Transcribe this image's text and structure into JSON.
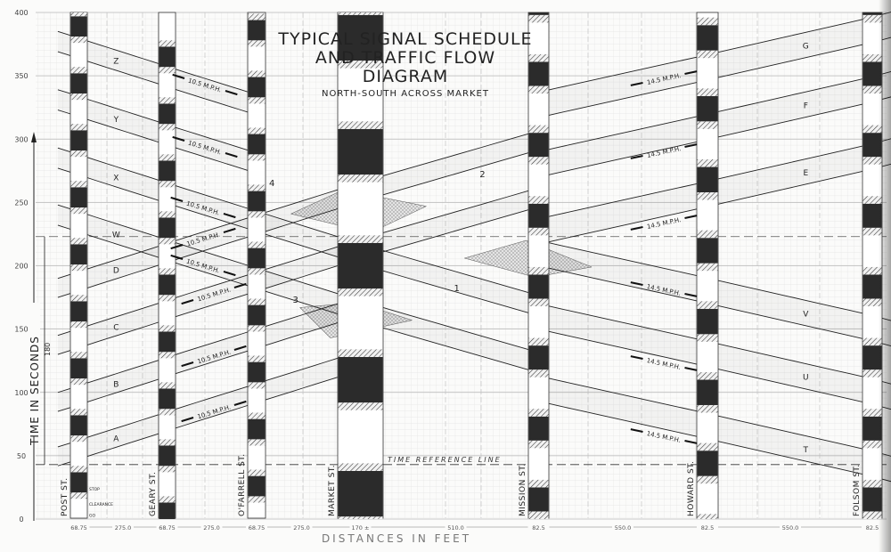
{
  "title": {
    "line1": "TYPICAL SIGNAL SCHEDULE",
    "line2": "AND TRAFFIC FLOW DIAGRAM",
    "subtitle": "NORTH-SOUTH ACROSS MARKET"
  },
  "axis": {
    "y_label": "TIME IN SECONDS",
    "y_ticks": [
      0,
      50,
      100,
      150,
      200,
      250,
      300,
      350,
      400
    ],
    "cycle_marker": "180",
    "x_label": "DISTANCES IN FEET",
    "time_reference_line": "TIME REFERENCE LINE",
    "time_reference_s": 43,
    "secondary_reference_s": 223
  },
  "legend": {
    "stop": "STOP",
    "clearance": "CLEARANCE",
    "go": "GO"
  },
  "streets": [
    {
      "name": "POST ST.",
      "start_ft": 0,
      "width_ft": 68.75,
      "cycle_s": 45,
      "stop_start_s": 21,
      "stop_s": 16,
      "clearance_s": 5
    },
    {
      "name": "GEARY ST.",
      "start_ft": 343.75,
      "width_ft": 68.75,
      "cycle_s": 45,
      "stop_start_s": 42,
      "stop_s": 16,
      "clearance_s": 5
    },
    {
      "name": "O'FARRELL ST.",
      "start_ft": 687.5,
      "width_ft": 68.75,
      "cycle_s": 45,
      "stop_start_s": 18,
      "stop_s": 16,
      "clearance_s": 5
    },
    {
      "name": "MARKET ST.",
      "start_ft": 1031.25,
      "width_ft": 170,
      "cycle_s": 90,
      "stop_start_s": 2,
      "stop_s": 36,
      "clearance_s": 6
    },
    {
      "name": "MISSION ST.",
      "start_ft": 1711.25,
      "width_ft": 82.5,
      "cycle_s": 56,
      "stop_start_s": 6,
      "stop_s": 19,
      "clearance_s": 6
    },
    {
      "name": "HOWARD ST.",
      "start_ft": 2343.75,
      "width_ft": 82.5,
      "cycle_s": 56,
      "stop_start_s": 34,
      "stop_s": 20,
      "clearance_s": 6
    },
    {
      "name": "FOLSOM ST.",
      "start_ft": 2976.25,
      "width_ft": 82.5,
      "cycle_s": 56,
      "stop_start_s": 6,
      "stop_s": 19,
      "clearance_s": 6
    }
  ],
  "dimensions": [
    "68.75",
    "275.0",
    "68.75",
    "275.0",
    "68.75",
    "275.0",
    "170 ±",
    "510.0",
    "82.5",
    "550.0",
    "82.5",
    "550.0",
    "82.5"
  ],
  "bands": [
    {
      "label": "A",
      "dir": "up",
      "speed_mph": 10.5,
      "start_ft": -47,
      "start_t": 42,
      "width_s": 15,
      "end_ft": 1031
    },
    {
      "label": "B",
      "dir": "up",
      "speed_mph": 10.5,
      "start_ft": -47,
      "start_t": 85,
      "width_s": 15,
      "end_ft": 1031
    },
    {
      "label": "C",
      "dir": "up",
      "speed_mph": 10.5,
      "start_ft": -47,
      "start_t": 130,
      "width_s": 15,
      "end_ft": 1711
    },
    {
      "label": "D",
      "dir": "up",
      "speed_mph": 10.5,
      "start_ft": -47,
      "start_t": 175,
      "width_s": 15,
      "end_ft": 1711
    },
    {
      "label": "W",
      "dir": "down",
      "speed_mph": 10.5,
      "start_ft": -47,
      "start_t": 232,
      "width_s": 16,
      "end_ft": 1711
    },
    {
      "label": "X",
      "dir": "down",
      "speed_mph": 10.5,
      "start_ft": -47,
      "start_t": 277,
      "width_s": 16,
      "end_ft": 1711
    },
    {
      "label": "Y",
      "dir": "down",
      "speed_mph": 10.5,
      "start_ft": -47,
      "start_t": 323,
      "width_s": 16,
      "end_ft": 756
    },
    {
      "label": "Z",
      "dir": "down",
      "speed_mph": 10.5,
      "start_ft": -47,
      "start_t": 369,
      "width_s": 16,
      "end_ft": 756
    },
    {
      "label": "E",
      "dir": "up",
      "speed_mph": 14.5,
      "start_ft": 1711,
      "start_t": 215,
      "width_s": 20,
      "end_ft": 3100
    },
    {
      "label": "F",
      "dir": "up",
      "speed_mph": 14.5,
      "start_ft": 1711,
      "start_t": 268,
      "width_s": 20,
      "end_ft": 3100
    },
    {
      "label": "G",
      "dir": "up",
      "speed_mph": 14.5,
      "start_ft": 1711,
      "start_t": 315,
      "width_s": 20,
      "end_ft": 3100
    },
    {
      "label": "T",
      "dir": "down",
      "speed_mph": 14.5,
      "start_ft": 1711,
      "start_t": 95,
      "width_s": 20,
      "end_ft": 3100
    },
    {
      "label": "U",
      "dir": "down",
      "speed_mph": 14.5,
      "start_ft": 1711,
      "start_t": 152,
      "width_s": 20,
      "end_ft": 3100
    },
    {
      "label": "V",
      "dir": "down",
      "speed_mph": 14.5,
      "start_ft": 1711,
      "start_t": 202,
      "width_s": 20,
      "end_ft": 3100
    }
  ],
  "speed_labels": {
    "left": "10.5 M.P.H.",
    "right": "14.5 M.P.H."
  },
  "regions": [
    {
      "label": "1",
      "polygon_ft_s": [
        [
          1487,
          206
        ],
        [
          1703,
          220
        ],
        [
          1953,
          199
        ],
        [
          1737,
          191
        ]
      ],
      "label_at": [
        1450,
        180
      ]
    },
    {
      "label": "2",
      "polygon_ft_s": [
        [
          1487,
          206
        ],
        [
          1703,
          220
        ],
        [
          1953,
          199
        ],
        [
          1737,
          191
        ]
      ],
      "label_at": [
        1540,
        270
      ]
    },
    {
      "label": "3",
      "polygon_ft_s": [
        [
          887,
          167
        ],
        [
          1103,
          171
        ],
        [
          1303,
          157
        ],
        [
          1003,
          143
        ]
      ],
      "label_at": [
        860,
        171
      ]
    },
    {
      "label": "4",
      "polygon_ft_s": [
        [
          853,
          241
        ],
        [
          1053,
          260
        ],
        [
          1353,
          247
        ],
        [
          1153,
          226
        ]
      ],
      "label_at": [
        770,
        263
      ]
    }
  ],
  "colors": {
    "ink": "#1e1e1e",
    "stop": "#2b2b2b",
    "grid": "#d8d8d8",
    "shade": "#bdbdbd"
  }
}
